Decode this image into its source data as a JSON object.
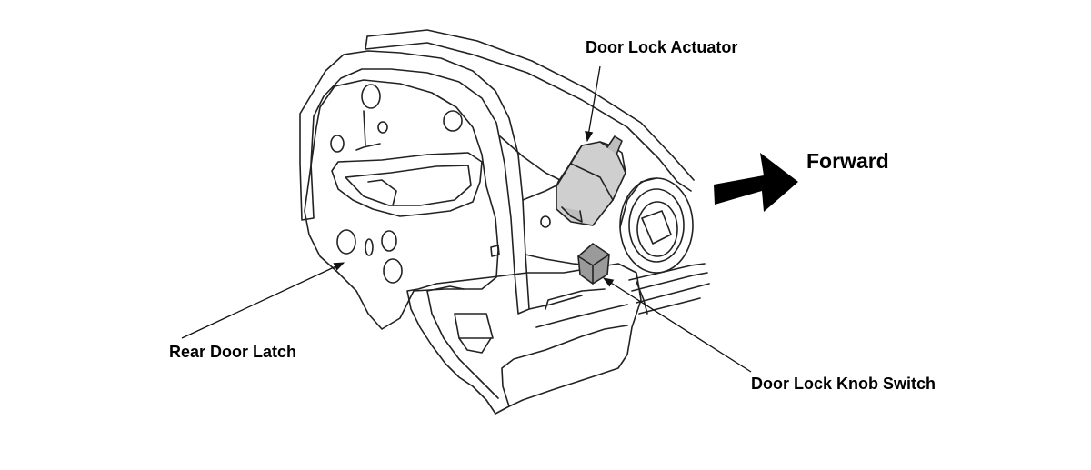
{
  "diagram": {
    "labels": {
      "actuator": "Door Lock Actuator",
      "forward": "Forward",
      "latch": "Rear Door Latch",
      "knob_switch": "Door Lock Knob Switch"
    },
    "colors": {
      "line": "#222222",
      "highlight_fill": "#cfcfcf",
      "highlight_dark": "#9a9a9a",
      "background": "#ffffff"
    }
  }
}
